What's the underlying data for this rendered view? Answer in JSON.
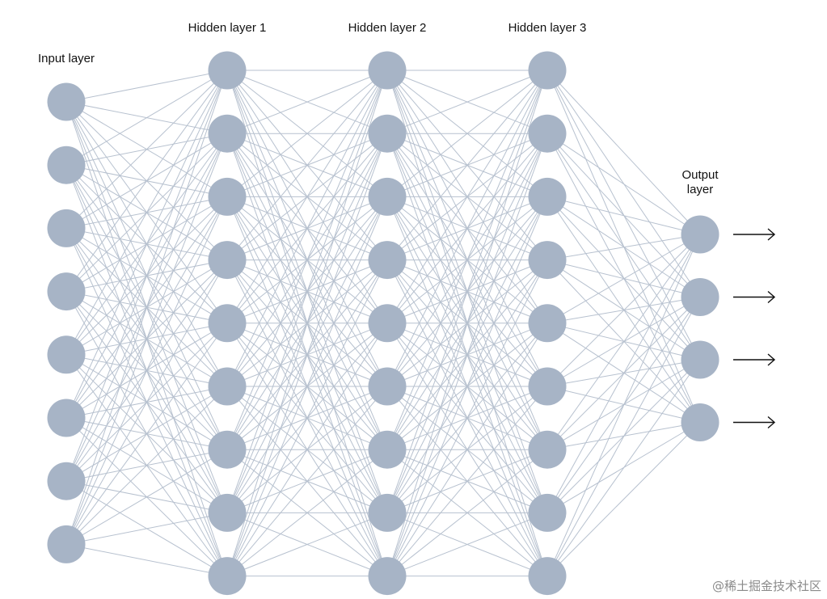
{
  "diagram": {
    "colors": {
      "node_fill": "#a7b4c6",
      "edge_stroke": "#b7c1cf",
      "arrow_stroke": "#111111",
      "label_text": "#111111",
      "watermark_text": "#8a8a8a"
    },
    "layers": [
      {
        "id": "input",
        "label_lines": [
          "Input layer"
        ],
        "nodes": 8
      },
      {
        "id": "hidden-1",
        "label_lines": [
          "Hidden layer 1"
        ],
        "nodes": 9
      },
      {
        "id": "hidden-2",
        "label_lines": [
          "Hidden layer 2"
        ],
        "nodes": 9
      },
      {
        "id": "hidden-3",
        "label_lines": [
          "Hidden layer 3"
        ],
        "nodes": 9
      },
      {
        "id": "output",
        "label_lines": [
          "Output",
          "layer"
        ],
        "nodes": 4
      }
    ],
    "connectivity": "fully-connected",
    "output_arrows": "one-per-output-node",
    "watermark": "@稀土掘金技术社区"
  }
}
